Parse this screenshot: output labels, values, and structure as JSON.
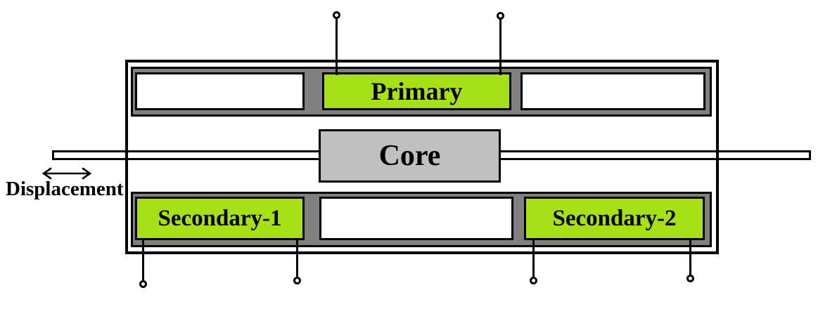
{
  "colors": {
    "coil": "#a8e018",
    "band": "#808080",
    "core": "#c0c0c0",
    "line": "#000000",
    "background": "#ffffff"
  },
  "coils": {
    "primary": {
      "label": "Primary"
    },
    "secondary1": {
      "label": "Secondary-1"
    },
    "secondary2": {
      "label": "Secondary-2"
    }
  },
  "core": {
    "label": "Core"
  },
  "annotation": {
    "displacement": "Displacement"
  }
}
